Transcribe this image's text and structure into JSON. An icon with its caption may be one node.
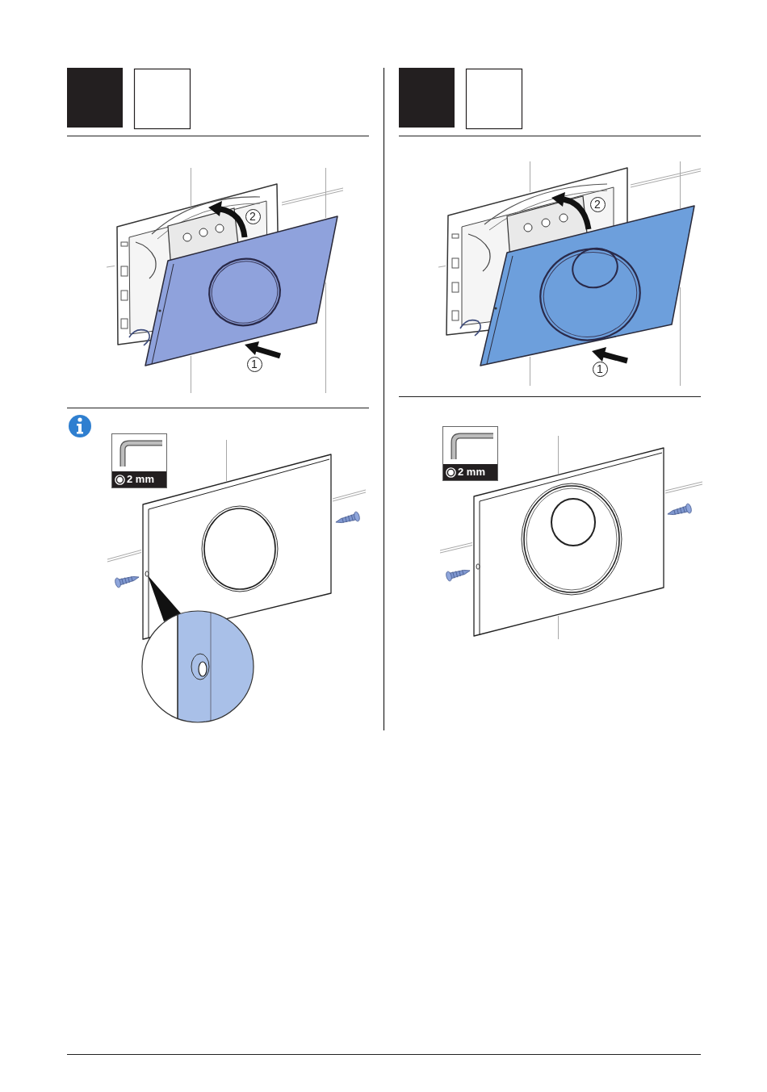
{
  "diagram": {
    "nodes": [
      {
        "text": [],
        "shape": "box"
      },
      {
        "text": [],
        "shape": "box"
      },
      {
        "text": [],
        "shape": "box"
      },
      {
        "text": [],
        "shape": "box"
      }
    ],
    "labels": [
      "2",
      "1",
      "2",
      "1",
      "2 mm",
      "2 mm"
    ]
  }
}
